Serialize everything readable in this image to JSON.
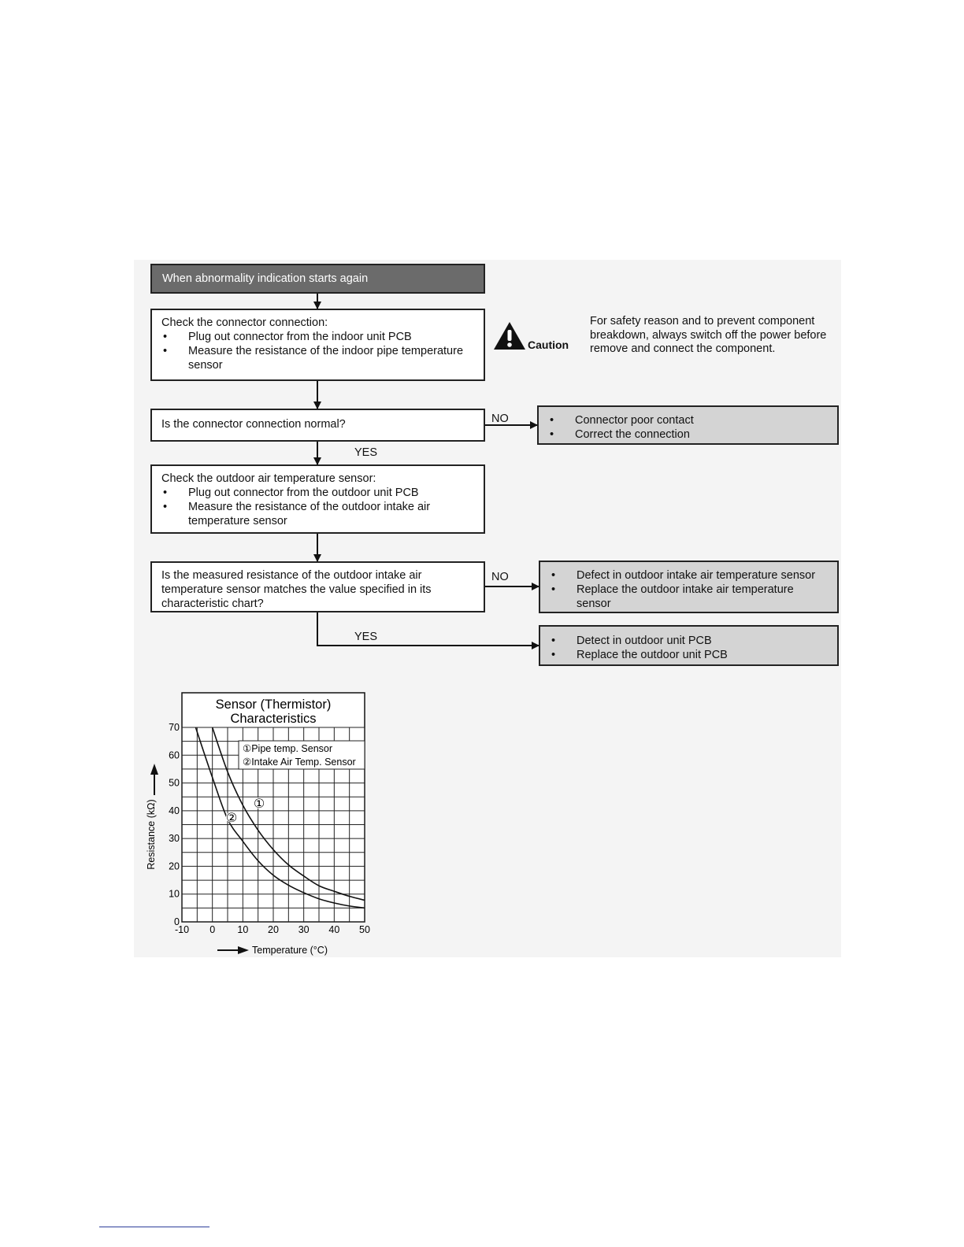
{
  "flowchart": {
    "start": "When abnormality indication starts again",
    "step_connector": {
      "title": "Check the connector connection:",
      "bullets": [
        "Plug out connector from the indoor unit PCB",
        "Measure the resistance of the indoor pipe temperature sensor"
      ]
    },
    "caution": {
      "label": "Caution",
      "text": "For safety reason and to prevent component breakdown, always switch off the power before remove and connect the component."
    },
    "question_connector": "Is the connector connection normal?",
    "result_connector_no": [
      "Connector poor contact",
      "Correct the connection"
    ],
    "step_outdoor": {
      "title": "Check the outdoor air temperature sensor:",
      "bullets": [
        "Plug out connector from the outdoor unit PCB",
        "Measure the resistance of the outdoor intake air temperature sensor"
      ]
    },
    "question_resistance": "Is the measured resistance of the outdoor intake air temperature sensor matches the value specified in its characteristic chart?",
    "result_resistance_no": [
      "Defect in outdoor intake air temperature sensor",
      "Replace the outdoor intake air temperature sensor"
    ],
    "result_resistance_yes": [
      "Detect in outdoor unit PCB",
      "Replace the outdoor unit PCB"
    ],
    "labels": {
      "no": "NO",
      "yes": "YES"
    }
  },
  "chart_data": {
    "type": "line",
    "title": "Sensor (Thermistor) Characteristics",
    "xlabel": "Temperature (°C)",
    "ylabel": "Resistance (kΩ)",
    "xlim": [
      -10,
      50
    ],
    "ylim": [
      0,
      70
    ],
    "x_ticks": [
      "-10",
      "0",
      "10",
      "20",
      "30",
      "40",
      "50"
    ],
    "y_ticks": [
      "0",
      "10",
      "20",
      "30",
      "40",
      "50",
      "60",
      "70"
    ],
    "grid": true,
    "legend_position": "top-right",
    "legend": [
      "①Pipe temp. Sensor",
      "②Intake Air Temp. Sensor"
    ],
    "series": [
      {
        "name": "①Pipe temp. Sensor",
        "marker": "①",
        "x": [
          0,
          5,
          10,
          15,
          20,
          25,
          30,
          35,
          40,
          45,
          50
        ],
        "values": [
          70,
          54,
          42,
          33,
          26,
          20.5,
          16.5,
          13,
          11,
          9.2,
          7.8
        ]
      },
      {
        "name": "②Intake Air Temp. Sensor",
        "marker": "②",
        "x": [
          -5.5,
          0,
          5,
          10,
          15,
          20,
          25,
          30,
          35,
          40,
          45,
          50
        ],
        "values": [
          70,
          52,
          37,
          29,
          22,
          16.8,
          13.2,
          10.5,
          8.3,
          6.8,
          5.7,
          5.0
        ]
      }
    ]
  }
}
